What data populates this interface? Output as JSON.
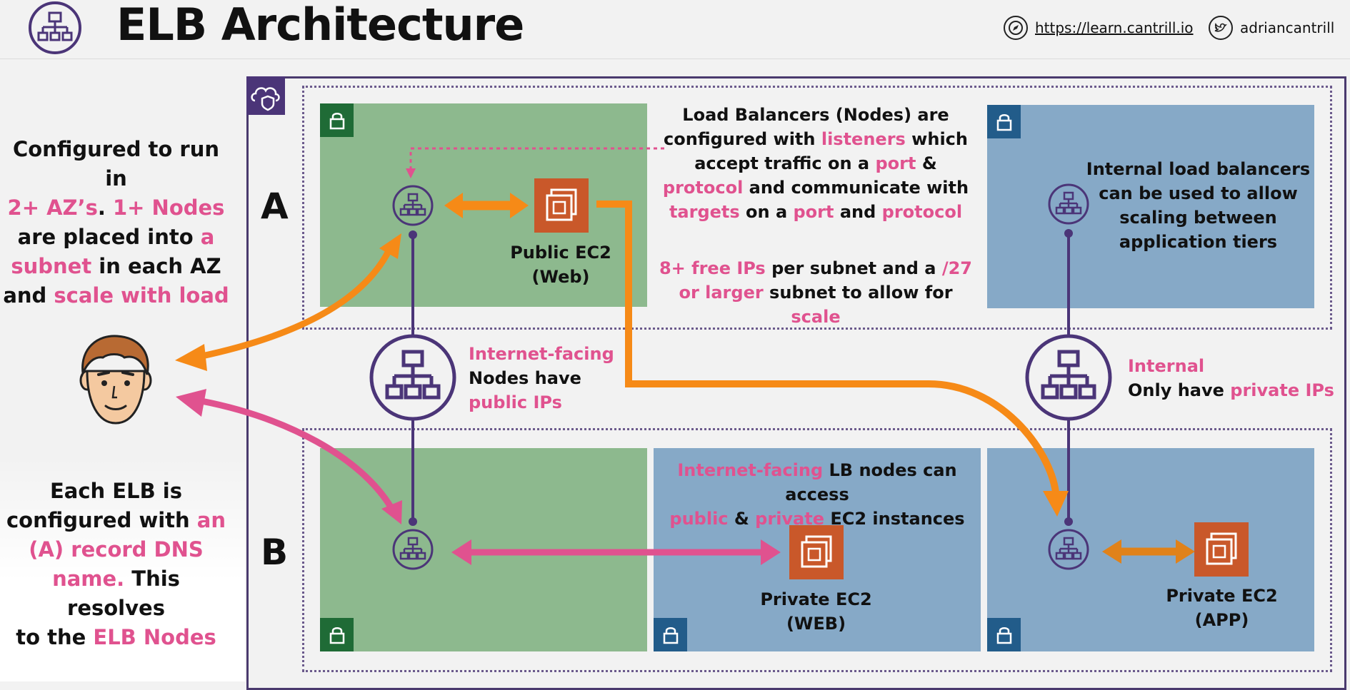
{
  "header": {
    "title": "ELB Architecture",
    "link_url_text": "https://learn.cantrill.io",
    "twitter_handle": "adriancantrill"
  },
  "left_top": {
    "p1": "Configured to run in",
    "p2a": "2+ AZ’s",
    "p2b": ". ",
    "p2c": "1+ Nodes",
    "p3a": "are placed into ",
    "p3b": "a",
    "p4a": "subnet",
    "p4b": " in each AZ",
    "p5a": "and ",
    "p5b": "scale with load"
  },
  "left_bottom": {
    "l1": "Each ELB is",
    "l2a": "configured with ",
    "l2b": "an",
    "l3": "(A) record DNS",
    "l4a": "name.",
    "l4b": " This resolves",
    "l5a": "to the ",
    "l5b": "ELB Nodes"
  },
  "az": {
    "a": "A",
    "b": "B"
  },
  "listeners": {
    "l1": "Load Balancers (Nodes) are",
    "l2a": "configured with ",
    "l2b": "listeners",
    "l2c": " which",
    "l3a": "accept traffic on a ",
    "l3b": "port",
    "l3c": " &",
    "l4a": "protocol",
    "l4b": " and communicate with",
    "l5a": "targets",
    "l5b": " on a ",
    "l5c": "port",
    "l5d": " and ",
    "l5e": "protocol",
    "m1a": "8+ free IPs",
    "m1b": " per subnet and a ",
    "m1c": "/27",
    "m2a": "or larger",
    "m2b": " subnet to allow for ",
    "m2c": "scale"
  },
  "internal_note": {
    "l1": "Internal load balancers",
    "l2": "can be used to allow",
    "l3": "scaling between",
    "l4": "application tiers"
  },
  "internet_facing": {
    "t1": "Internet-facing",
    "t2": "Nodes have",
    "t3": "public IPs"
  },
  "internal": {
    "t1": "Internal",
    "t2a": "Only have ",
    "t2b": "private IPs"
  },
  "access_note": {
    "l1a": "Internet-facing",
    "l1b": " LB nodes can access",
    "l2a": "public",
    "l2b": " & ",
    "l2c": "private",
    "l2d": " EC2 instances"
  },
  "ec2": {
    "public_web_1": "Public EC2",
    "public_web_2": "(Web)",
    "private_web_1": "Private EC2",
    "private_web_2": "(WEB)",
    "private_app_1": "Private EC2",
    "private_app_2": "(APP)"
  },
  "colors": {
    "orange": "#f68a17",
    "pink": "#e0528f",
    "purple": "#4b3578",
    "subnet_green": "#8db98e",
    "subnet_blue": "#86a9c7",
    "ec2_orange": "#c9582a"
  },
  "icons": [
    "elb-logo-icon",
    "compass-icon",
    "twitter-icon",
    "vpc-cloud-shield-icon",
    "lock-icon",
    "load-balancer-icon",
    "elb-node-icon",
    "ec2-chip-icon",
    "user-face-icon"
  ]
}
